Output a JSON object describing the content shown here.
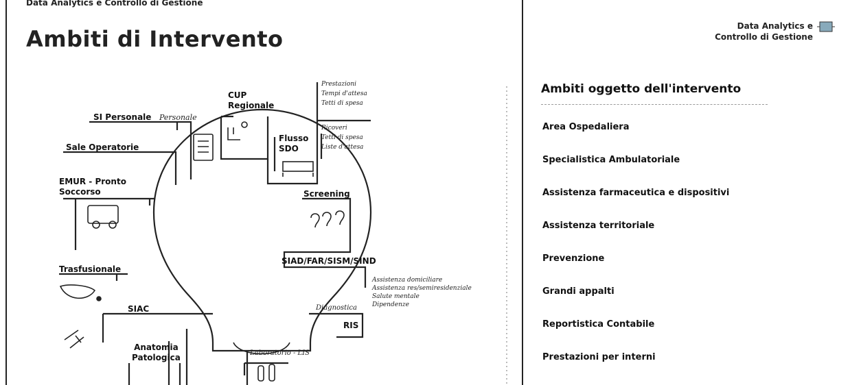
{
  "header": {
    "subtitle": "Data Analytics e Controllo di Gestione",
    "title": "Ambiti di Intervento"
  },
  "diagram": {
    "nodes": {
      "cup": "CUP\nRegionale",
      "cup_notes": [
        "Prestazioni",
        "Tempi d'attesa",
        "Tetti di spesa"
      ],
      "si_personale": "SI Personale",
      "personale_note": "Personale",
      "sale_operatorie": "Sale Operatorie",
      "flusso_sdo": "Flusso\nSDO",
      "sdo_notes": [
        "Ricoveri",
        "Tetti di spesa",
        "Liste d'attesa"
      ],
      "emur": "EMUR - Pronto\nSoccorso",
      "screening": "Screening",
      "trasfusionale": "Trasfusionale",
      "siad": "SIAD/FAR/SISM/SIND",
      "siad_notes": [
        "Assistenza domiciliare",
        "Assistenza res/semiresidenziale",
        "Salute mentale",
        "Dipendenze"
      ],
      "siac": "SIAC",
      "diagnostica_note": "Diagnostica",
      "ris": "RIS",
      "anatomia": "Anatomia\nPatologica",
      "laboratorio_note": "Laboratorio - LIS"
    }
  },
  "side_panel": {
    "brand": "Data Analytics e\nControllo di Gestione",
    "title": "Ambiti oggetto dell'intervento",
    "areas": [
      "Area Ospedaliera",
      "Specialistica Ambulatoriale",
      "Assistenza farmaceutica e dispositivi",
      "Assistenza territoriale",
      "Prevenzione",
      "Grandi appalti",
      "Reportistica Contabile",
      "Prestazioni per interni"
    ]
  }
}
